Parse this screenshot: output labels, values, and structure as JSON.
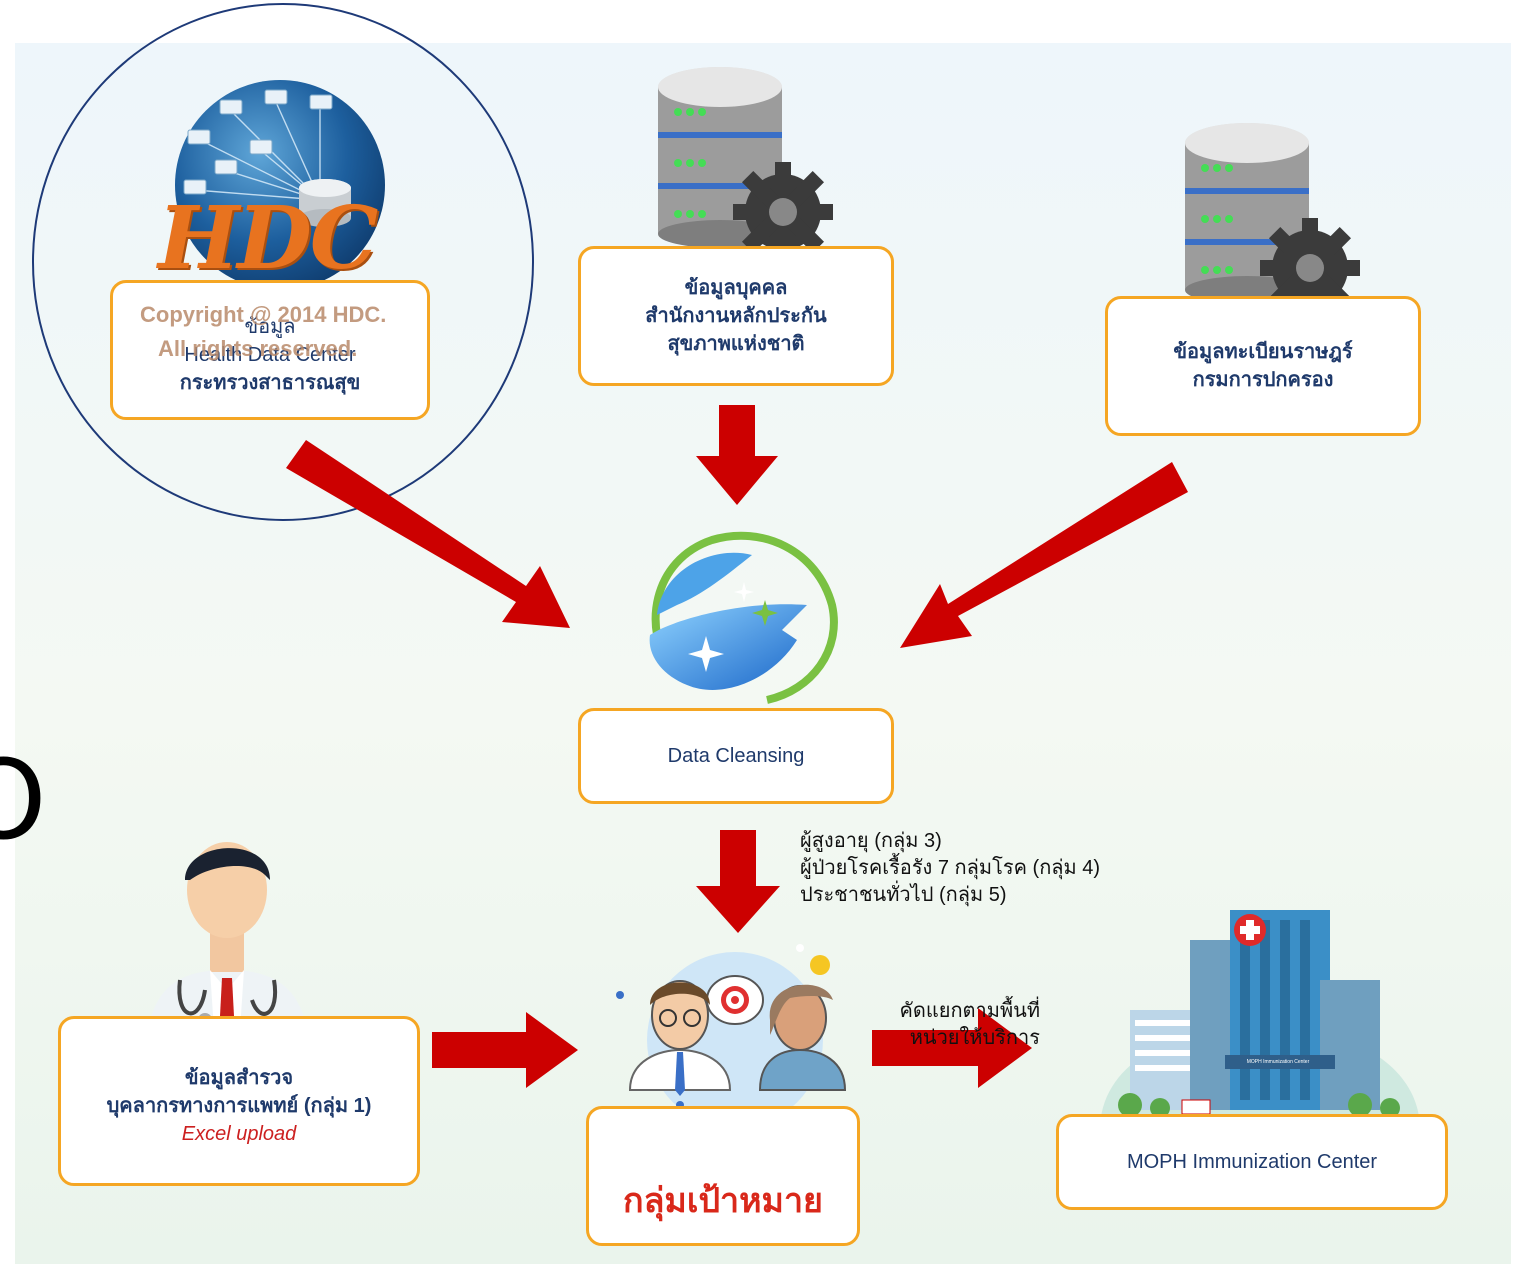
{
  "hdc": {
    "logo_text": "HDC",
    "copyright_line1": "Copyright @ 2014 HDC.",
    "copyright_line2": "All rights reserved.",
    "line1": "ข้อมูล",
    "line2": "Health Data Center",
    "line3": "กระทรวงสาธารณสุข"
  },
  "nhso": {
    "line1": "ข้อมูลบุคคล",
    "line2": "สำนักงานหลักประกัน",
    "line3": "สุขภาพแห่งชาติ"
  },
  "dopa": {
    "line1": "ข้อมูลทะเบียนราษฎร์",
    "line2": "กรมการปกครอง"
  },
  "cleansing": {
    "label": "Data Cleansing"
  },
  "groups_note": {
    "line1": "ผู้สูงอายุ (กลุ่ม 3)",
    "line2": "ผู้ป่วยโรคเรื้อรัง 7 กลุ่มโรค (กลุ่ม 4)",
    "line3": "ประชาชนทั่วไป (กลุ่ม 5)"
  },
  "survey": {
    "line1": "ข้อมูลสำรวจ",
    "line2": "บุคลากรทางการแพทย์ (กลุ่ม 1)",
    "line3": "Excel upload"
  },
  "target": {
    "label": "กลุ่มเป้าหมาย"
  },
  "sort_note": {
    "line1": "คัดแยกตามพื้นที่",
    "line2": "หน่วยให้บริการ"
  },
  "moph": {
    "label": "MOPH Immunization Center",
    "sign_text": "MOPH Immunization Center"
  },
  "colors": {
    "box_border": "#f5a623",
    "arrow": "#cc0000",
    "text": "#1f3a6b",
    "target_text": "#d9281a"
  },
  "icons": [
    "globe-network-icon",
    "database-gear-icon",
    "database-gear-icon",
    "cleansing-swirl-icon",
    "doctor-icon",
    "people-target-icon",
    "hospital-building-icon"
  ]
}
